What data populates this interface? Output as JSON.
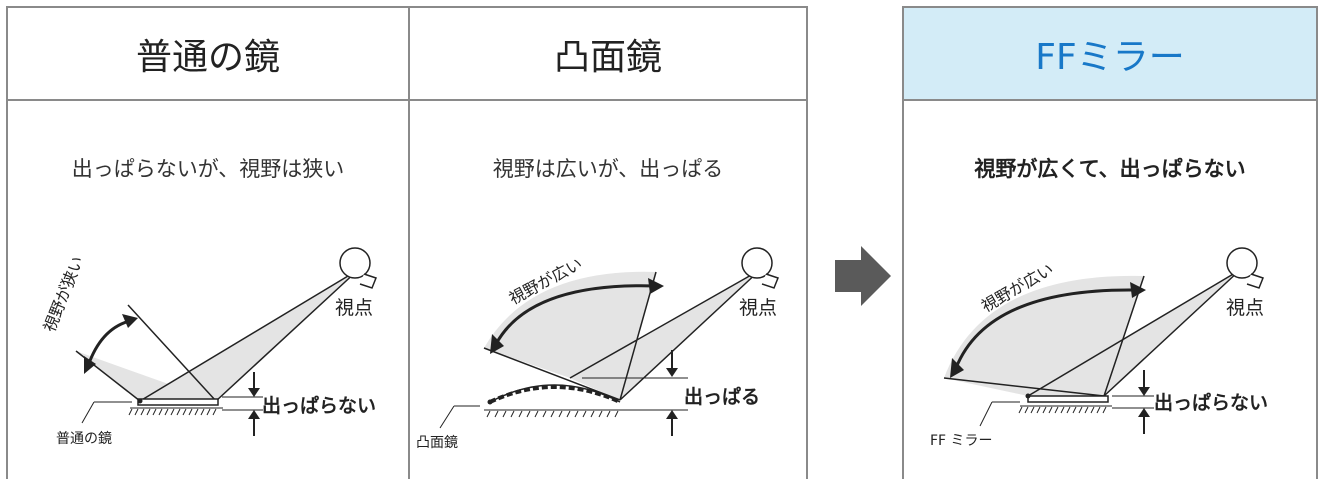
{
  "panels": [
    {
      "title": "普通の鏡",
      "caption": "出っぱらないが、視野は狭い",
      "view_label": "視野が狭い",
      "eye_label": "視点",
      "protrusion_label": "出っぱらない",
      "mirror_label": "普通の鏡"
    },
    {
      "title": "凸面鏡",
      "caption": "視野は広いが、出っぱる",
      "view_label": "視野が広い",
      "eye_label": "視点",
      "protrusion_label": "出っぱる",
      "mirror_label": "凸面鏡"
    },
    {
      "title": "FFミラー",
      "caption": "視野が広くて、出っぱらない",
      "view_label": "視野が広い",
      "eye_label": "視点",
      "protrusion_label": "出っぱらない",
      "mirror_label": "FF ミラー"
    }
  ],
  "colors": {
    "border": "#8a8a8a",
    "highlight_bg": "#d3ecf7",
    "highlight_text": "#1878c8",
    "fov_fill": "#e4e4e4",
    "arrow": "#5a5a5a"
  }
}
